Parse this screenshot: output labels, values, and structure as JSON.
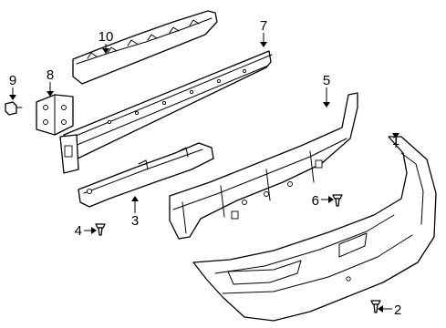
{
  "diagram": {
    "callouts": [
      {
        "number": "1",
        "part": "bumper-cover"
      },
      {
        "number": "2",
        "part": "push-pin-retainer-lower"
      },
      {
        "number": "3",
        "part": "energy-absorber-small"
      },
      {
        "number": "4",
        "part": "push-pin-retainer-left"
      },
      {
        "number": "5",
        "part": "energy-absorber-foam"
      },
      {
        "number": "6",
        "part": "push-pin-retainer-right"
      },
      {
        "number": "7",
        "part": "impact-bar"
      },
      {
        "number": "8",
        "part": "mounting-bracket"
      },
      {
        "number": "9",
        "part": "bolt"
      },
      {
        "number": "10",
        "part": "upper-absorber"
      }
    ]
  }
}
